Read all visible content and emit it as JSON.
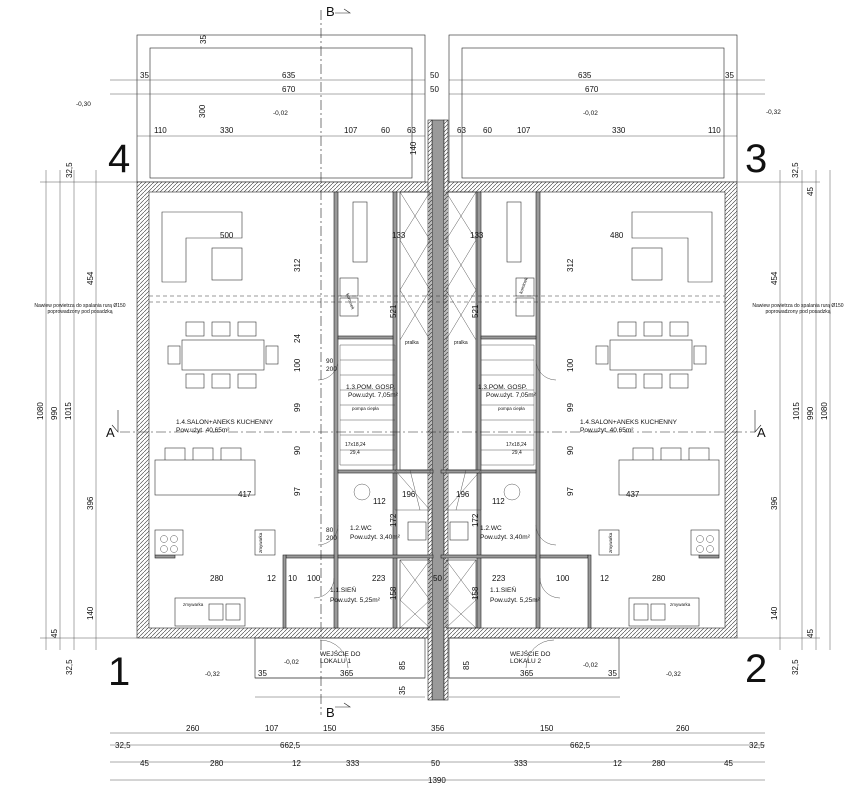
{
  "section_mark": "B",
  "axis_mark": "A",
  "corner_numbers": [
    "1",
    "2",
    "3",
    "4"
  ],
  "dims_top": {
    "roof_overhang": "35",
    "left": [
      "35",
      "635",
      "50",
      "670",
      "50",
      "300",
      "110",
      "330",
      "107",
      "60",
      "63",
      "140",
      "32,5",
      "45"
    ],
    "right": [
      "635",
      "35",
      "670",
      "63",
      "60",
      "107",
      "330",
      "110",
      "32,5",
      "45"
    ]
  },
  "dims_left_side": [
    "32,5",
    "454",
    "1080",
    "990",
    "1015",
    "396",
    "140",
    "45",
    "32,5"
  ],
  "dims_right_side": [
    "32,5",
    "45",
    "454",
    "990",
    "1015",
    "1080",
    "396",
    "140",
    "45",
    "32,5"
  ],
  "dims_interior": [
    "500",
    "480",
    "133",
    "133",
    "312",
    "312",
    "521",
    "521",
    "24",
    "100",
    "99",
    "90",
    "90",
    "97",
    "196",
    "196",
    "417",
    "437",
    "112",
    "112",
    "172",
    "172",
    "280",
    "280",
    "12",
    "10",
    "100",
    "223",
    "223",
    "50",
    "158",
    "158",
    "12",
    "100",
    "80",
    "200",
    "90"
  ],
  "dims_bottom": {
    "row1": [
      "35",
      "365",
      "85",
      "35",
      "365",
      "35",
      "85"
    ],
    "row2": [
      "260",
      "107",
      "150",
      "356",
      "150",
      "260"
    ],
    "row3": [
      "32,5",
      "662,5",
      "662,5",
      "32,5"
    ],
    "row4": [
      "45",
      "280",
      "12",
      "333",
      "50",
      "333",
      "12",
      "280",
      "45"
    ],
    "total": "1390"
  },
  "levels": [
    "-0,30",
    "-0,02",
    "-0,02",
    "-0,32",
    "-0,02",
    "-0,32",
    "-0,02",
    "-0,32"
  ],
  "rooms_left": {
    "salon": "1.4.SALON+ANEKS KUCHENNY",
    "salon_area": "Pow.użyt. 40,65m²",
    "gosp": "1.3.POM. GOSP.",
    "gosp_area": "Pow.użyt. 7,05m²",
    "wc": "1.2.WC",
    "wc_area": "Pow.użyt. 3,40m²",
    "sien": "1.1.SIEŃ",
    "sien_area": "Pow.użyt. 5,25m²",
    "entry": "WEJŚCIE DO\nLOKALU 1"
  },
  "rooms_right": {
    "salon": "1.4.SALON+ANEKS KUCHENNY",
    "salon_area": "Pow.użyt. 40,65m²",
    "gosp": "1.3.POM. GOSP.",
    "gosp_area": "Pow.użyt. 7,05m²",
    "wc": "1.2.WC",
    "wc_area": "Pow.użyt. 3,40m²",
    "sien": "1.1.SIEŃ",
    "sien_area": "Pow.użyt. 5,25m²",
    "entry": "WEJŚCIE DO\nLOKALU 2"
  },
  "labels": {
    "pralka": "pralka",
    "pompa": "pompa ciepła",
    "komin": "kominek",
    "zlew": "zmywarka",
    "stairs": "17x18,24",
    "stairs_run": "29,4",
    "nawiew_left": "Nawiew powietrza do spalania rurą Ø150 poprowadzony pod posadzką",
    "nawiew_right": "Nawiew powietrza do spalania rurą Ø150 poprowadzony pod posadzką"
  },
  "colors": {
    "wall_fill": "#9a9a9a",
    "line": "#222222"
  }
}
